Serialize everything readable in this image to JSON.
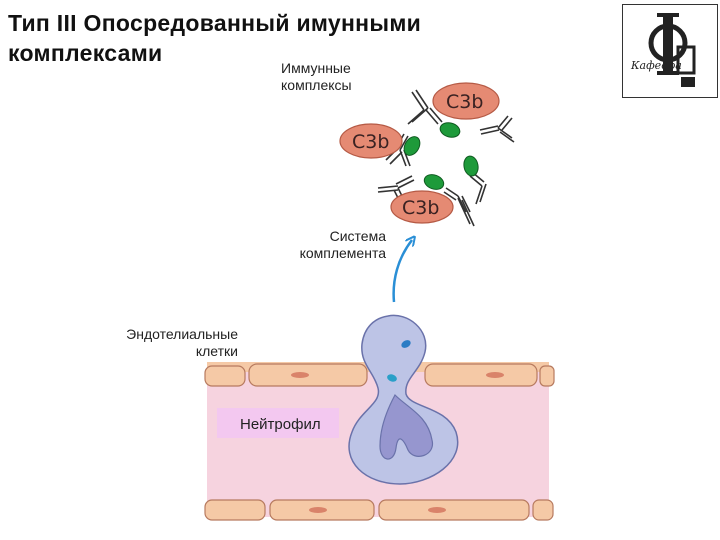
{
  "title": {
    "line1": "Тип III  Опосредованный имунными",
    "line2": "комплексами"
  },
  "labels": {
    "immune_complexes_1": "Иммунные",
    "immune_complexes_2": "комплексы",
    "complement_1": "Система",
    "complement_2": "комплемента",
    "endothelial_1": "Эндотелиальные",
    "endothelial_2": "клетки",
    "neutrophil": "Нейтрофил"
  },
  "c3b_label": "C3b",
  "logo": {
    "signature": "Кафедра"
  },
  "colors": {
    "c3b_fill": "#e58a73",
    "antigen_fill": "#1e9a3a",
    "vessel_fill": "#f6d3df",
    "endothelial_cell_fill": "#f5c9a6",
    "cell_nucleus_fill": "#d9836a",
    "neutrophil_fill": "#bdc4e6",
    "neutrophil_nucleus_fill": "#9696cf",
    "arrow_color": "#2a8fd6"
  }
}
